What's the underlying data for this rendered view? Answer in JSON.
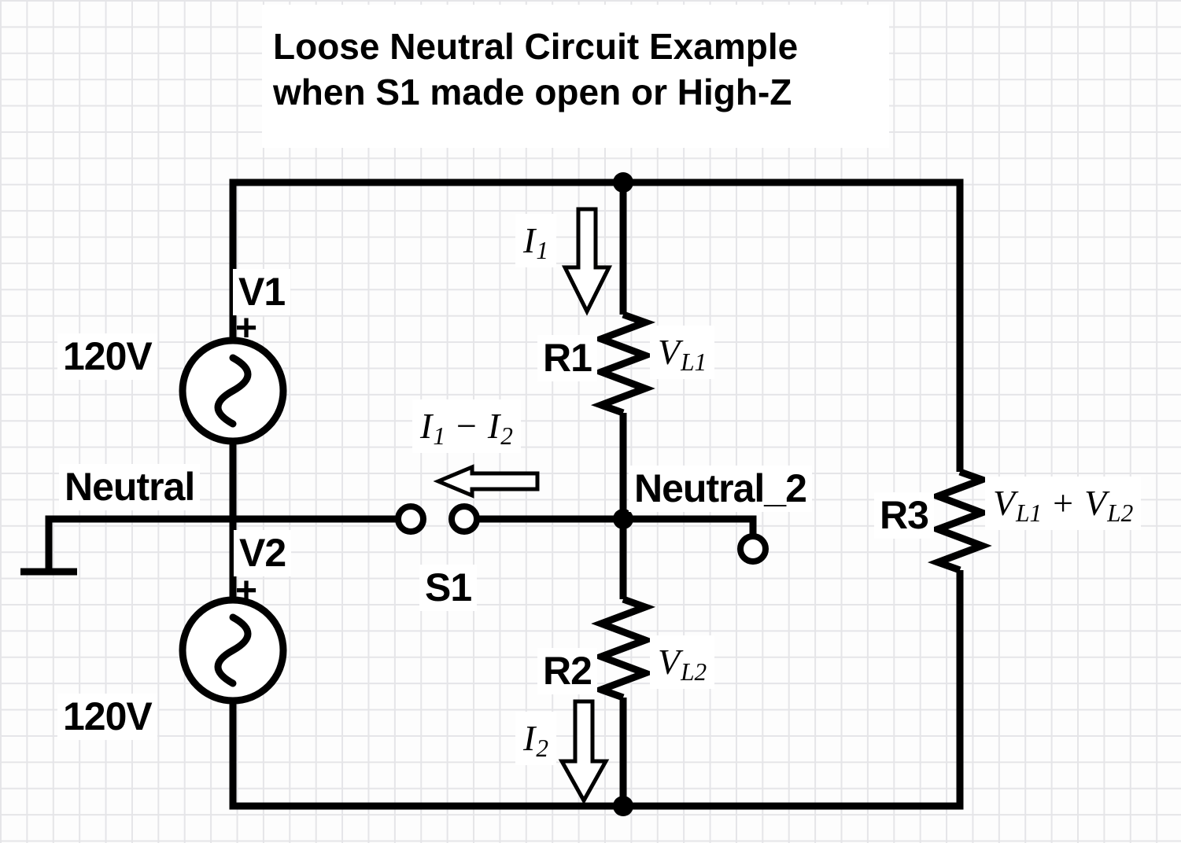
{
  "title": {
    "line1": "Loose Neutral Circuit Example",
    "line2": "when S1 made open or High-Z"
  },
  "sources": {
    "v1": {
      "name": "V1",
      "value": "120V",
      "polarity": "+"
    },
    "v2": {
      "name": "V2",
      "value": "120V",
      "polarity": "+"
    }
  },
  "nodes": {
    "neutral": "Neutral",
    "neutral_2": "Neutral_2"
  },
  "switch": {
    "name": "S1"
  },
  "resistors": {
    "r1": {
      "name": "R1"
    },
    "r2": {
      "name": "R2"
    },
    "r3": {
      "name": "R3"
    }
  },
  "currents": {
    "i1": {
      "base": "I",
      "sub": "1"
    },
    "i2": {
      "base": "I",
      "sub": "2"
    },
    "i1_minus_i2": {
      "base1": "I",
      "sub1": "1",
      "op": "−",
      "base2": "I",
      "sub2": "2"
    }
  },
  "voltages": {
    "vl1": {
      "base": "V",
      "sub": "L1"
    },
    "vl2": {
      "base": "V",
      "sub": "L2"
    },
    "vl1_plus_vl2": {
      "base1": "V",
      "sub1": "L1",
      "op": "+",
      "base2": "V",
      "sub2": "L2"
    }
  },
  "colors": {
    "wire": "#000000",
    "grid_line": "#e5e5e8",
    "background": "#fdfdfd",
    "label_bg": "#ffffff"
  }
}
